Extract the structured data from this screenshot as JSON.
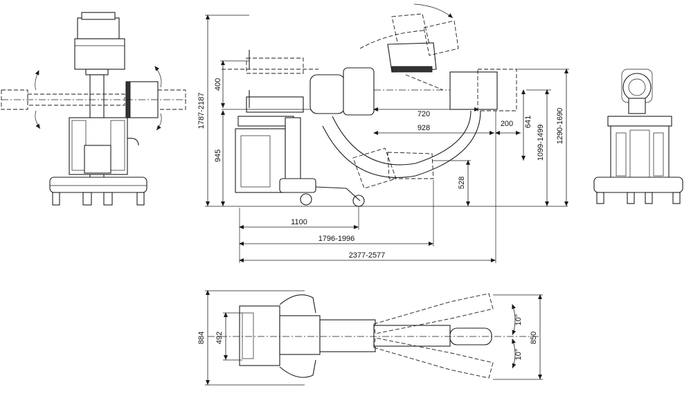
{
  "dimensions": {
    "overall_height_range": "1787-2187",
    "lift_stroke": "400",
    "base_height": "945",
    "arm_depth_720": "720",
    "arm_depth_928": "928",
    "offset_200": "200",
    "arc_depth_641": "641",
    "height_range_1099_1499": "1099-1499",
    "height_range_1290_1690": "1290-1690",
    "free_space_528": "528",
    "base_length_1100": "1100",
    "length_range_1796_1996": "1796-1996",
    "length_range_2377_2577": "2377-2577",
    "width_884": "884",
    "width_492": "492",
    "width_850": "850",
    "swivel_angle_top": "10°",
    "swivel_angle_bottom": "10°"
  }
}
